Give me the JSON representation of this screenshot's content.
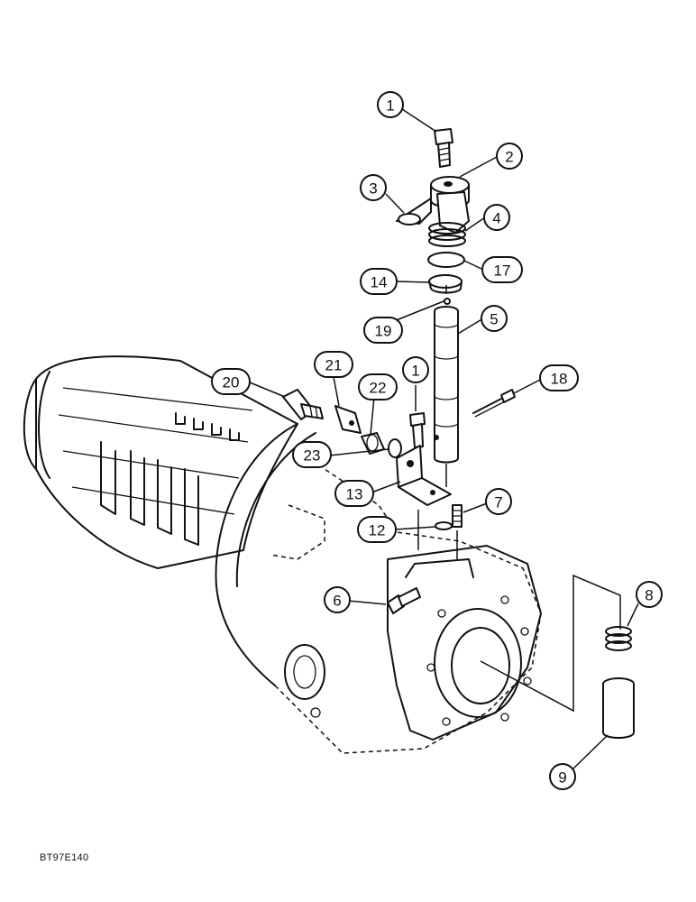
{
  "diagram": {
    "document_id": "BT97E140",
    "callouts": [
      {
        "id": "c1a",
        "label": "1"
      },
      {
        "id": "c2",
        "label": "2"
      },
      {
        "id": "c3",
        "label": "3"
      },
      {
        "id": "c4",
        "label": "4"
      },
      {
        "id": "c17",
        "label": "17"
      },
      {
        "id": "c14",
        "label": "14"
      },
      {
        "id": "c19",
        "label": "19"
      },
      {
        "id": "c5",
        "label": "5"
      },
      {
        "id": "c20",
        "label": "20"
      },
      {
        "id": "c21",
        "label": "21"
      },
      {
        "id": "c22",
        "label": "22"
      },
      {
        "id": "c1b",
        "label": "1"
      },
      {
        "id": "c18",
        "label": "18"
      },
      {
        "id": "c23",
        "label": "23"
      },
      {
        "id": "c13",
        "label": "13"
      },
      {
        "id": "c7",
        "label": "7"
      },
      {
        "id": "c12",
        "label": "12"
      },
      {
        "id": "c6",
        "label": "6"
      },
      {
        "id": "c8",
        "label": "8"
      },
      {
        "id": "c9",
        "label": "9"
      }
    ]
  }
}
